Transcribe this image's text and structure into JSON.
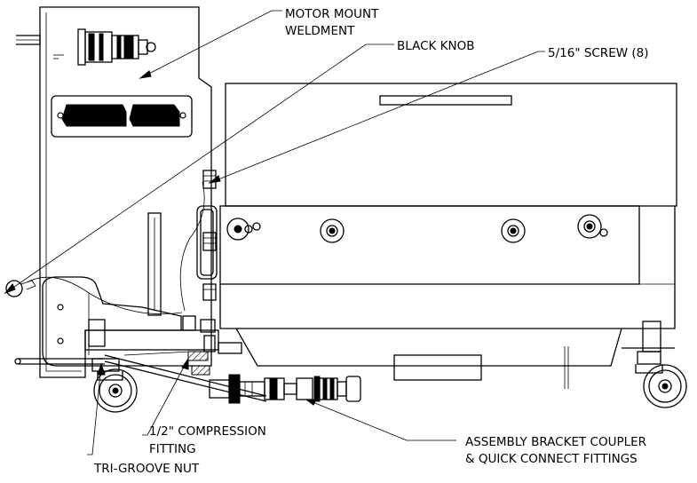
{
  "callouts": {
    "motor_mount": "MOTOR MOUNT",
    "motor_mount_2": "WELDMENT",
    "black_knob": "BLACK KNOB",
    "screw": "5/16\" SCREW (8)",
    "compression": "1/2\" COMPRESSION",
    "compression_2": "FITTING",
    "tri_groove": "TRI-GROOVE NUT",
    "bracket": "ASSEMBLY BRACKET COUPLER",
    "bracket_2": "& QUICK CONNECT FITTINGS"
  }
}
